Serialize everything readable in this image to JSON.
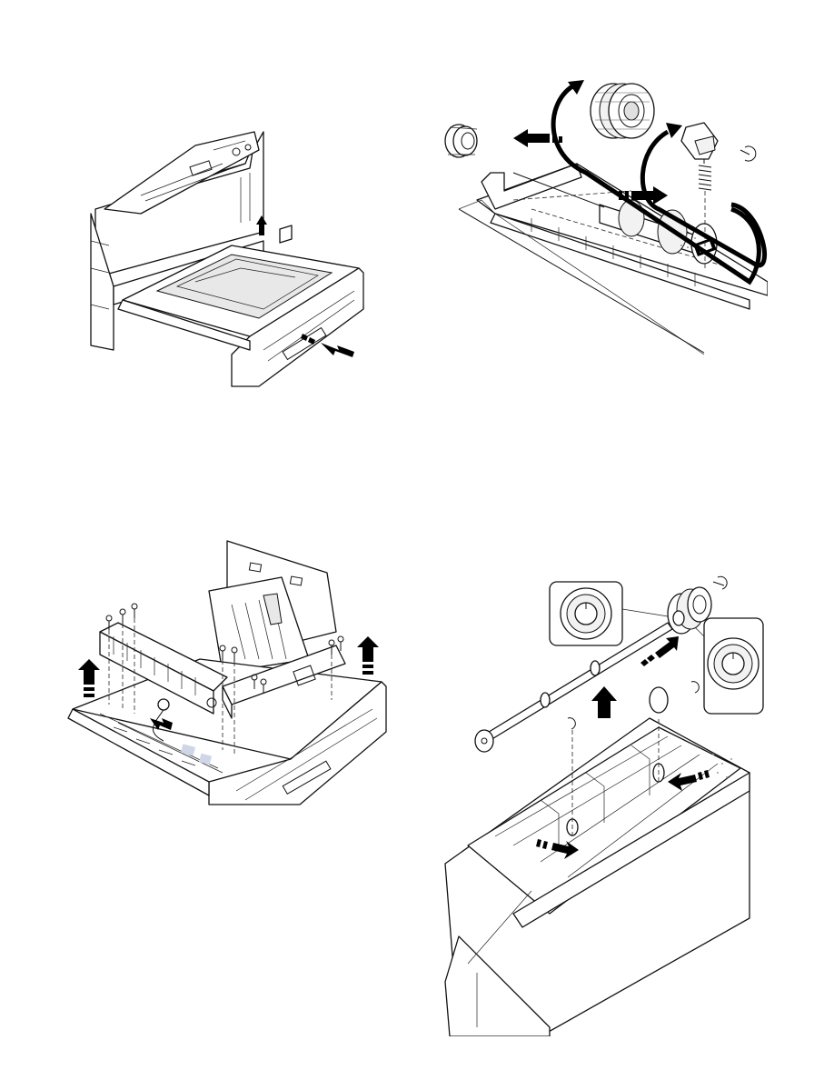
{
  "page": {
    "background": "#ffffff",
    "figures": [
      {
        "name": "paper-tray-pull-out",
        "icons": [
          "pull-out-arrow-icon",
          "lift-up-arrow-icon"
        ]
      },
      {
        "name": "pickup-roller-assembly",
        "icons": [
          "slide-arrow-icon",
          "curved-remove-arrow-icon"
        ]
      },
      {
        "name": "tray-cover-screws-removal",
        "icons": [
          "screw-icon",
          "lift-up-arrow-icon"
        ]
      },
      {
        "name": "roller-shaft-removal",
        "icons": [
          "roller-detail-callout-icon",
          "e-ring-icon",
          "lift-up-arrow-icon"
        ]
      }
    ]
  }
}
